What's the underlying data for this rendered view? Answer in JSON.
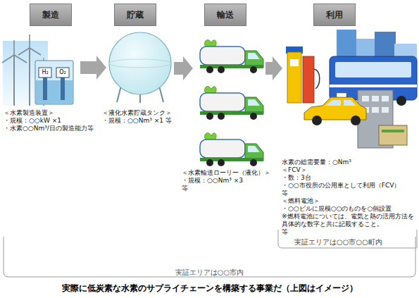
{
  "diagram": {
    "caption": "実際に低炭素な水素のサプライチェーンを構築する事業だ（上図はイメージ）",
    "nodes": [
      {
        "text": [
          "製造"
        ]
      },
      {
        "text": [
          "貯蔵"
        ]
      },
      {
        "text": [
          "輸送"
        ]
      },
      {
        "text": [
          "利用"
        ]
      },
      {
        "text": [
          "＜水素製造装置＞",
          "・規模：○○kW ×1",
          "・水素○○Nm³/日の製造能力等"
        ]
      },
      {
        "text": [
          "＜液化水素貯蔵タンク＞",
          "・規模：○○Nm³ ×1 等"
        ]
      },
      {
        "text": [
          "＜水素輸送ローリー（液化）＞",
          "・規模：○○Nm³ ×3",
          "等"
        ]
      },
      {
        "text": [
          "水素の総需要量：○Nm³",
          "＜FCV＞",
          "・数：3台",
          "・○○市役所の公用車として利用（FCV）",
          "等",
          "＜燃料電池＞",
          "・○○ビルに規模○○のものを○個設置",
          "※燃料電池については、電気と熱の活用方法を具体的な数字と共に記載すること。",
          "等"
        ]
      }
    ],
    "edges": [
      {
        "from": 4,
        "to": 5,
        "arrow": "to"
      },
      {
        "from": 5,
        "to": 6,
        "arrow": "to"
      },
      {
        "from": 6,
        "to": 7,
        "arrow": "to"
      }
    ],
    "labels": [
      "H₂",
      "O₂",
      "実証エリアは○○市○○町内",
      "実証エリアは○○市内"
    ]
  }
}
